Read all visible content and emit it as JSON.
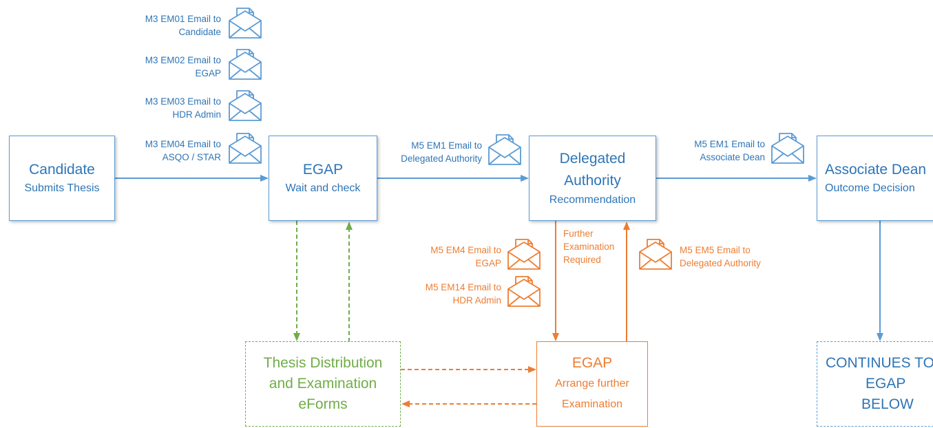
{
  "colors": {
    "blue": "#5b9bd5",
    "blue_text": "#2e75b6",
    "orange": "#ed7d31",
    "green": "#70ad47"
  },
  "boxes": {
    "candidate": {
      "title": "Candidate",
      "subtitle": "Submits Thesis"
    },
    "egap_wait": {
      "title": "EGAP",
      "subtitle": "Wait and check"
    },
    "delegated": {
      "title_line1": "Delegated",
      "title_line2": "Authority",
      "subtitle": "Recommendation"
    },
    "associate": {
      "title": "Associate Dean",
      "subtitle": "Outcome Decision"
    },
    "eforms": {
      "line1": "Thesis Distribution",
      "line2": "and Examination",
      "line3": "eForms"
    },
    "egap_arrange": {
      "title": "EGAP",
      "subtitle_line1": "Arrange further",
      "subtitle_line2": "Examination"
    },
    "continues": {
      "line1": "CONTINUES TO",
      "line2": "EGAP",
      "line3": "BELOW"
    }
  },
  "emails": {
    "m3_em01": {
      "line1": "M3 EM01 Email to",
      "line2": "Candidate",
      "icon": "envelope-icon"
    },
    "m3_em02": {
      "line1": "M3 EM02 Email to",
      "line2": "EGAP",
      "icon": "envelope-icon"
    },
    "m3_em03": {
      "line1": "M3 EM03 Email to",
      "line2": "HDR Admin",
      "icon": "envelope-icon"
    },
    "m3_em04": {
      "line1": "M3 EM04 Email to",
      "line2": "ASQO / STAR",
      "icon": "envelope-icon"
    },
    "m5_em1_da": {
      "line1": "M5 EM1 Email to",
      "line2": "Delegated Authority",
      "icon": "envelope-icon"
    },
    "m5_em1_ad": {
      "line1": "M5 EM1 Email to",
      "line2": "Associate Dean",
      "icon": "envelope-icon"
    },
    "m5_em4": {
      "line1": "M5 EM4 Email to",
      "line2": "EGAP",
      "icon": "envelope-icon"
    },
    "m5_em14": {
      "line1": "M5 EM14 Email to",
      "line2": "HDR Admin",
      "icon": "envelope-icon"
    },
    "m5_em5": {
      "line1": "M5 EM5 Email to",
      "line2": "Delegated Authority",
      "icon": "envelope-icon"
    }
  },
  "further_label": {
    "line1": "Further",
    "line2": "Examination",
    "line3": "Required"
  }
}
